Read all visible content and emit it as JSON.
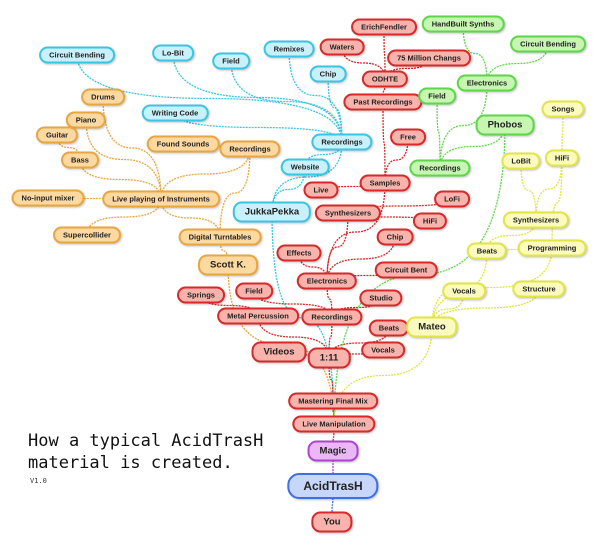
{
  "title_lines": [
    "How a typical AcidTrasH",
    "material is created."
  ],
  "version": "V1.0",
  "colors": {
    "cyan": "#3cc4e4",
    "orange": "#e8a640",
    "red": "#d7282a",
    "green": "#5fd64a",
    "yellow": "#e2e542",
    "purple": "#b044d0",
    "blue": "#3d6fe8"
  },
  "nodes": [
    {
      "id": "cy_circuit",
      "label": "Circuit Bending",
      "color": "cyan"
    },
    {
      "id": "cy_lobit",
      "label": "Lo-Bit",
      "color": "cyan"
    },
    {
      "id": "cy_field",
      "label": "Field",
      "color": "cyan"
    },
    {
      "id": "cy_remixes",
      "label": "Remixes",
      "color": "cyan"
    },
    {
      "id": "cy_chip",
      "label": "Chip",
      "color": "cyan"
    },
    {
      "id": "cy_writing",
      "label": "Writing Code",
      "color": "cyan"
    },
    {
      "id": "cy_rec",
      "label": "Recordings",
      "color": "cyan"
    },
    {
      "id": "cy_web",
      "label": "Website",
      "color": "cyan"
    },
    {
      "id": "jukka",
      "label": "JukkaPekka",
      "color": "cyan",
      "size": "big"
    },
    {
      "id": "or_drums",
      "label": "Drums",
      "color": "orange"
    },
    {
      "id": "or_piano",
      "label": "Piano",
      "color": "orange"
    },
    {
      "id": "or_guitar",
      "label": "Guitar",
      "color": "orange"
    },
    {
      "id": "or_bass",
      "label": "Bass",
      "color": "orange"
    },
    {
      "id": "or_found",
      "label": "Found Sounds",
      "color": "orange"
    },
    {
      "id": "or_rec",
      "label": "Recordings",
      "color": "orange"
    },
    {
      "id": "or_noinput",
      "label": "No-input mixer",
      "color": "orange"
    },
    {
      "id": "or_live",
      "label": "Live playing of Instruments",
      "color": "orange"
    },
    {
      "id": "or_super",
      "label": "Supercollider",
      "color": "orange"
    },
    {
      "id": "or_turn",
      "label": "Digital Turntables",
      "color": "orange"
    },
    {
      "id": "scott",
      "label": "Scott K.",
      "color": "orange",
      "size": "big"
    },
    {
      "id": "rd_erich",
      "label": "ErichFendler",
      "color": "red"
    },
    {
      "id": "rd_waters",
      "label": "Waters",
      "color": "red"
    },
    {
      "id": "rd_75",
      "label": "75 Million Changs",
      "color": "red"
    },
    {
      "id": "rd_odhte",
      "label": "ODHTE",
      "color": "red"
    },
    {
      "id": "rd_past",
      "label": "Past Recordings",
      "color": "red"
    },
    {
      "id": "rd_free",
      "label": "Free",
      "color": "red"
    },
    {
      "id": "rd_samples",
      "label": "Samples",
      "color": "red"
    },
    {
      "id": "rd_live",
      "label": "Live",
      "color": "red"
    },
    {
      "id": "rd_lofi",
      "label": "LoFi",
      "color": "red"
    },
    {
      "id": "rd_synth",
      "label": "Synthesizers",
      "color": "red"
    },
    {
      "id": "rd_hifi",
      "label": "HiFi",
      "color": "red"
    },
    {
      "id": "rd_chip",
      "label": "Chip",
      "color": "red"
    },
    {
      "id": "rd_effects",
      "label": "Effects",
      "color": "red"
    },
    {
      "id": "rd_cbent",
      "label": "Circuit Bent",
      "color": "red"
    },
    {
      "id": "rd_elec",
      "label": "Electronics",
      "color": "red"
    },
    {
      "id": "rd_field",
      "label": "Field",
      "color": "red"
    },
    {
      "id": "rd_springs",
      "label": "Springs",
      "color": "red"
    },
    {
      "id": "rd_studio",
      "label": "Studio",
      "color": "red"
    },
    {
      "id": "rd_metal",
      "label": "Metal Percussion",
      "color": "red"
    },
    {
      "id": "rd_rec",
      "label": "Recordings",
      "color": "red"
    },
    {
      "id": "rd_beats",
      "label": "Beats",
      "color": "red"
    },
    {
      "id": "rd_videos",
      "label": "Videos",
      "color": "red",
      "size": "big"
    },
    {
      "id": "one11",
      "label": "1:11",
      "color": "red",
      "size": "big"
    },
    {
      "id": "rd_vocals",
      "label": "Vocals",
      "color": "red"
    },
    {
      "id": "master",
      "label": "Mastering Final Mix",
      "color": "red"
    },
    {
      "id": "livemanip",
      "label": "Live Manipulation",
      "color": "red"
    },
    {
      "id": "magic",
      "label": "Magic",
      "color": "purple",
      "size": "big"
    },
    {
      "id": "acid",
      "label": "AcidTrasH",
      "color": "blue",
      "size": "huge"
    },
    {
      "id": "you",
      "label": "You",
      "color": "red",
      "size": "big"
    },
    {
      "id": "gr_hand",
      "label": "HandBuilt Synths",
      "color": "green"
    },
    {
      "id": "gr_circuit",
      "label": "Circuit Bending",
      "color": "green"
    },
    {
      "id": "gr_elec",
      "label": "Electronics",
      "color": "green"
    },
    {
      "id": "gr_field",
      "label": "Field",
      "color": "green"
    },
    {
      "id": "phobos",
      "label": "Phobos",
      "color": "green",
      "size": "big"
    },
    {
      "id": "gr_rec",
      "label": "Recordings",
      "color": "green"
    },
    {
      "id": "ye_songs",
      "label": "Songs",
      "color": "yellow"
    },
    {
      "id": "ye_lobit",
      "label": "LoBit",
      "color": "yellow"
    },
    {
      "id": "ye_hifi",
      "label": "HiFi",
      "color": "yellow"
    },
    {
      "id": "ye_synth",
      "label": "Synthesizers",
      "color": "yellow"
    },
    {
      "id": "ye_beats",
      "label": "Beats",
      "color": "yellow"
    },
    {
      "id": "ye_prog",
      "label": "Programming",
      "color": "yellow"
    },
    {
      "id": "ye_vocals",
      "label": "Vocals",
      "color": "yellow"
    },
    {
      "id": "ye_struct",
      "label": "Structure",
      "color": "yellow"
    },
    {
      "id": "mateo",
      "label": "Mateo",
      "color": "yellow",
      "size": "big"
    }
  ],
  "edges": [
    [
      "cy_circuit",
      "cy_rec"
    ],
    [
      "cy_lobit",
      "cy_rec"
    ],
    [
      "cy_field",
      "cy_rec"
    ],
    [
      "cy_remixes",
      "cy_rec"
    ],
    [
      "cy_chip",
      "cy_rec"
    ],
    [
      "cy_writing",
      "cy_rec"
    ],
    [
      "cy_rec",
      "cy_web"
    ],
    [
      "cy_web",
      "jukka"
    ],
    [
      "cy_rec",
      "jukka"
    ],
    [
      "jukka",
      "livemanip"
    ],
    [
      "or_drums",
      "or_live"
    ],
    [
      "or_piano",
      "or_live"
    ],
    [
      "or_guitar",
      "or_bass"
    ],
    [
      "or_bass",
      "or_live"
    ],
    [
      "or_found",
      "or_rec"
    ],
    [
      "or_rec",
      "or_live"
    ],
    [
      "or_rec",
      "or_turn"
    ],
    [
      "or_noinput",
      "or_live"
    ],
    [
      "or_super",
      "or_live"
    ],
    [
      "or_live",
      "or_turn"
    ],
    [
      "or_turn",
      "scott"
    ],
    [
      "scott",
      "livemanip"
    ],
    [
      "rd_erich",
      "rd_odhte"
    ],
    [
      "rd_waters",
      "rd_odhte"
    ],
    [
      "rd_75",
      "rd_odhte"
    ],
    [
      "rd_odhte",
      "rd_past"
    ],
    [
      "rd_past",
      "rd_samples"
    ],
    [
      "rd_free",
      "rd_samples"
    ],
    [
      "rd_live",
      "rd_samples"
    ],
    [
      "rd_samples",
      "rd_elec"
    ],
    [
      "rd_lofi",
      "rd_synth"
    ],
    [
      "rd_hifi",
      "rd_synth"
    ],
    [
      "rd_synth",
      "rd_elec"
    ],
    [
      "rd_chip",
      "rd_elec"
    ],
    [
      "rd_effects",
      "rd_elec"
    ],
    [
      "rd_cbent",
      "rd_elec"
    ],
    [
      "rd_elec",
      "rd_rec"
    ],
    [
      "rd_field",
      "rd_rec"
    ],
    [
      "rd_springs",
      "rd_metal"
    ],
    [
      "rd_studio",
      "rd_rec"
    ],
    [
      "rd_metal",
      "one11"
    ],
    [
      "rd_rec",
      "one11"
    ],
    [
      "rd_beats",
      "one11"
    ],
    [
      "rd_videos",
      "one11"
    ],
    [
      "rd_vocals",
      "one11"
    ],
    [
      "one11",
      "master"
    ],
    [
      "master",
      "livemanip"
    ],
    [
      "livemanip",
      "magic"
    ],
    [
      "magic",
      "acid"
    ],
    [
      "acid",
      "you"
    ],
    [
      "gr_hand",
      "gr_elec"
    ],
    [
      "gr_circuit",
      "gr_elec"
    ],
    [
      "gr_elec",
      "gr_rec"
    ],
    [
      "gr_field",
      "gr_rec"
    ],
    [
      "phobos",
      "gr_rec"
    ],
    [
      "phobos",
      "livemanip"
    ],
    [
      "ye_songs",
      "ye_hifi"
    ],
    [
      "ye_lobit",
      "ye_synth"
    ],
    [
      "ye_hifi",
      "ye_synth"
    ],
    [
      "ye_hifi",
      "ye_prog"
    ],
    [
      "ye_synth",
      "ye_beats"
    ],
    [
      "ye_beats",
      "ye_prog"
    ],
    [
      "ye_beats",
      "mateo"
    ],
    [
      "ye_prog",
      "mateo"
    ],
    [
      "ye_vocals",
      "mateo"
    ],
    [
      "ye_struct",
      "mateo"
    ],
    [
      "mateo",
      "livemanip"
    ]
  ]
}
